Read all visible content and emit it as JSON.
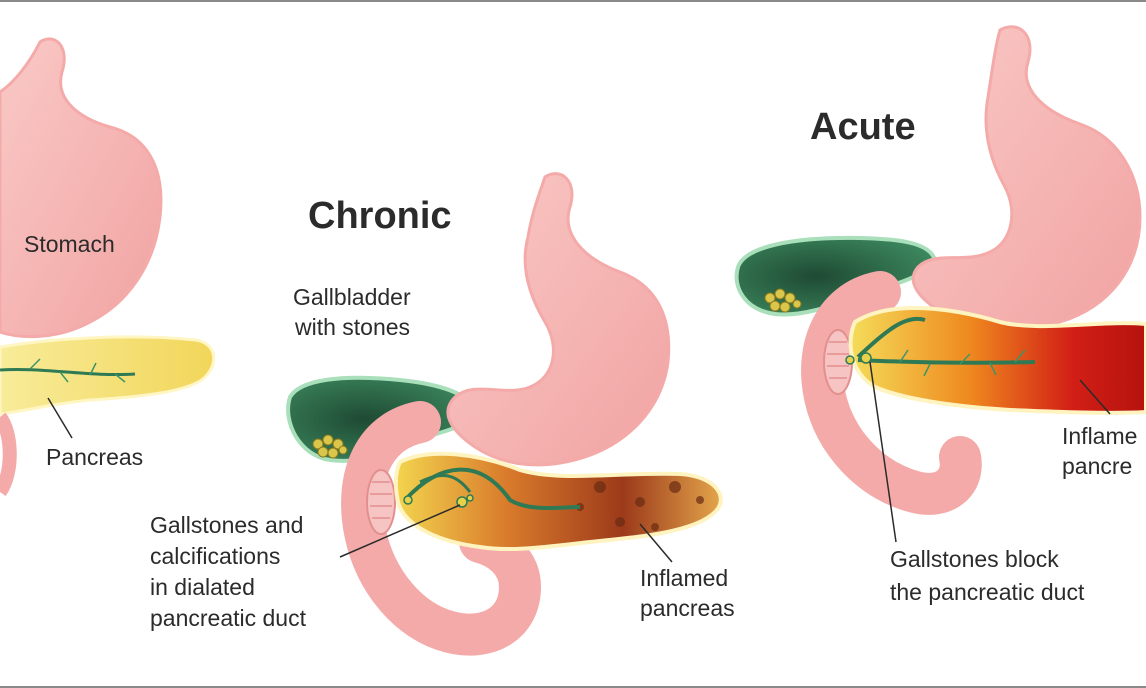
{
  "titles": {
    "chronic": "Chronic",
    "acute": "Acute"
  },
  "labels": {
    "stomach": "Stomach",
    "pancreas": "Pancreas",
    "gallbladder_line1": "Gallbladder",
    "gallbladder_line2": "with stones",
    "gallstones_calc_line1": "Gallstones and",
    "gallstones_calc_line2": "calcifications",
    "gallstones_calc_line3": "in dialated",
    "gallstones_calc_line4": "pancreatic duct",
    "inflamed_chronic_line1": "Inflamed",
    "inflamed_chronic_line2": "pancreas",
    "inflamed_acute_line1": "Inflame",
    "inflamed_acute_line2": "pancre",
    "gallstones_block_line1": "Gallstones block",
    "gallstones_block_line2": "the pancreatic duct"
  },
  "colors": {
    "stomach": "#f7b8b6",
    "pancreas_healthy": "#f6e27a",
    "gallbladder": "#2f6f4c",
    "inflamed": "#d62d1c",
    "duct": "#2f7a55"
  }
}
